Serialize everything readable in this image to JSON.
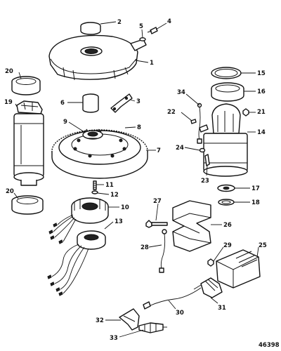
{
  "figure_number": "46398",
  "callouts": {
    "c1": "1",
    "c2": "2",
    "c3": "3",
    "c4": "4",
    "c5": "5",
    "c6": "6",
    "c7": "7",
    "c8": "8",
    "c9": "9",
    "c10": "10",
    "c11": "11",
    "c12": "12",
    "c13": "13",
    "c14": "14",
    "c15": "15",
    "c16": "16",
    "c17": "17",
    "c18": "18",
    "c19": "19",
    "c20a": "20",
    "c20b": "20",
    "c21": "21",
    "c22": "22",
    "c23": "23",
    "c24": "24",
    "c25": "25",
    "c26": "26",
    "c27": "27",
    "c28": "28",
    "c29": "29",
    "c30": "30",
    "c31": "31",
    "c32": "32",
    "c33": "33",
    "c34": "34"
  }
}
